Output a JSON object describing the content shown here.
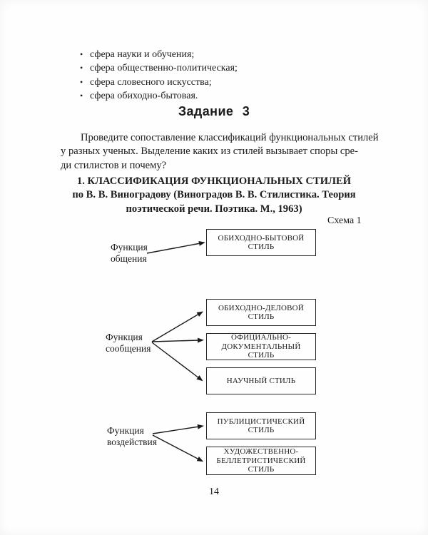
{
  "page": {
    "bullet_char": "•",
    "bullets": [
      "сфера науки и обучения;",
      "сфера общественно-политическая;",
      "сфера словесного искусства;",
      "сфера обиходно-бытовая."
    ],
    "task": {
      "heading": "Задание 3",
      "lines": [
        "Проведите сопоставление классификаций функциональных стилей",
        "у разных ученых. Выделение каких из стилей вызывает споры сре-",
        "ди стилистов и почему?"
      ]
    },
    "classification": {
      "title_lines": [
        "1. КЛАССИФИКАЦИЯ ФУНКЦИОНАЛЬНЫХ СТИЛЕЙ",
        "по В. В. Виноградову (Виноградов В. В. Стилистика. Теория",
        "поэтической речи. Поэтика. М., 1963)"
      ]
    },
    "schema_label": "Схема 1",
    "page_number": "14"
  },
  "diagram": {
    "ink_color": "#1b1b1b",
    "groups": [
      {
        "function": "Функция общения",
        "styles": [
          "ОБИХОДНО-БЫТОВОЙ СТИЛЬ"
        ]
      },
      {
        "function": "Функция сообщения",
        "styles": [
          "ОБИХОДНО-ДЕЛОВОЙ СТИЛЬ",
          "ОФИЦИАЛЬНО-ДОКУМЕНТАЛЬНЫЙ СТИЛЬ",
          "НАУЧНЫЙ СТИЛЬ"
        ]
      },
      {
        "function": "Функция воздействия",
        "styles": [
          "ПУБЛИЦИСТИЧЕСКИЙ СТИЛЬ",
          "ХУДОЖЕСТВЕННО-БЕЛЛЕТРИСТИЧЕСКИЙ СТИЛЬ"
        ]
      }
    ]
  }
}
